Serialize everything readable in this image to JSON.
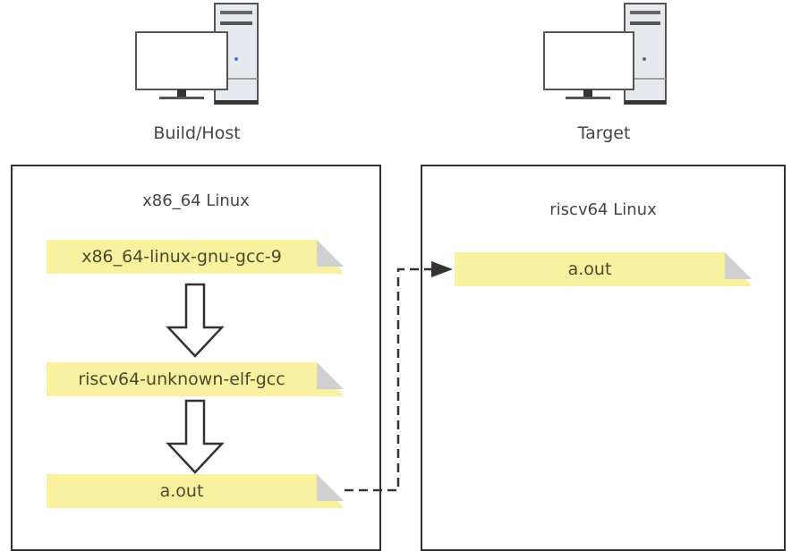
{
  "host": {
    "icon": "desktop-computer-icon",
    "label": "Build/Host",
    "box_title": "x86_64 Linux",
    "steps": [
      {
        "label": "x86_64-linux-gnu-gcc-9"
      },
      {
        "label": "riscv64-unknown-elf-gcc"
      },
      {
        "label": "a.out"
      }
    ]
  },
  "target": {
    "icon": "desktop-computer-icon",
    "label": "Target",
    "box_title": "riscv64 Linux",
    "files": [
      {
        "label": "a.out"
      }
    ]
  },
  "colors": {
    "note_fill": "#f7f1a0",
    "note_fold": "#d0d0d0",
    "border": "#333333"
  }
}
